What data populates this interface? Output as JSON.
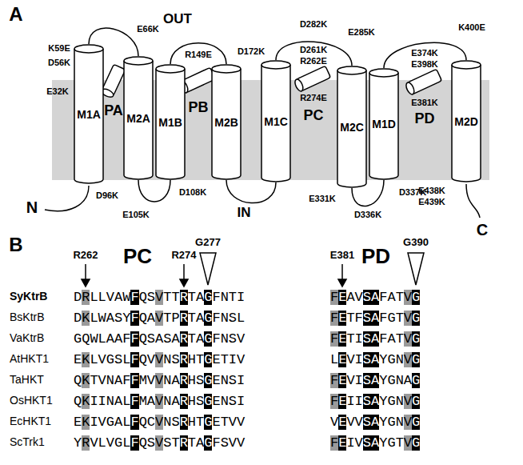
{
  "diagram": {
    "nodes": [
      {
        "text": [
          "M1A"
        ]
      },
      {
        "text": [
          "M2A"
        ]
      },
      {
        "text": [
          "M1B"
        ]
      },
      {
        "text": [
          "M2B"
        ]
      },
      {
        "text": [
          "M1C"
        ]
      },
      {
        "text": [
          "M2C"
        ]
      },
      {
        "text": [
          "M1D"
        ]
      },
      {
        "text": [
          "M2D"
        ]
      }
    ],
    "edges": [
      {
        "from": 0,
        "to": 1,
        "arrow": "none"
      },
      {
        "from": 1,
        "to": 2,
        "arrow": "none"
      },
      {
        "from": 2,
        "to": 3,
        "arrow": "none"
      },
      {
        "from": 3,
        "to": 4,
        "arrow": "none"
      },
      {
        "from": 4,
        "to": 5,
        "arrow": "none"
      },
      {
        "from": 5,
        "to": 6,
        "arrow": "none"
      },
      {
        "from": 6,
        "to": 7,
        "arrow": "none"
      }
    ],
    "labels": [
      "A",
      "OUT",
      "IN",
      "N",
      "C",
      "E32K",
      "K59E",
      "D56K",
      "E66K",
      "R149E",
      "D172K",
      "D261K",
      "R262E",
      "D282K",
      "E285K",
      "R274E",
      "E374K",
      "E398K",
      "E381K",
      "K400E",
      "D96K",
      "D108K",
      "E105K",
      "E331K",
      "D337K",
      "D336K",
      "E438K",
      "E439K",
      "PA",
      "PB",
      "PC",
      "PD",
      "B",
      "R262",
      "PC",
      "R274",
      "G277",
      "E381",
      "PD",
      "G390",
      "SyKtrB",
      "DRLLVAWFQSVTTRTAGFNTI",
      "FEAVSAFATVG",
      "BsKtrB",
      "DKLWASYFQAVTPRTAGFNSL",
      "FETFSAFGTVG",
      "VaKtrB",
      "GQWLAAFFQSASARTAGFNSV",
      "FETISAFATVG",
      "AtHKT1",
      "EKLVGSLFQVVNSRHTGETIV",
      "LEVISAYGNVG",
      "TaHKT",
      "QKTVNAFFMVVNARHSGENSI",
      "FEVISAYGNAG",
      "OsHKT1",
      "QKIINALFMAVNARHSGENSI",
      "FEIISAYGNVG",
      "EcHKT1",
      "EKIVGALFQCVNSRHTGETVV",
      "VEVVSAYGNVG",
      "ScTrk1",
      "YRVLVGLFQSVSTRTAGFSVV",
      "FEIVSAYGTVG"
    ]
  }
}
